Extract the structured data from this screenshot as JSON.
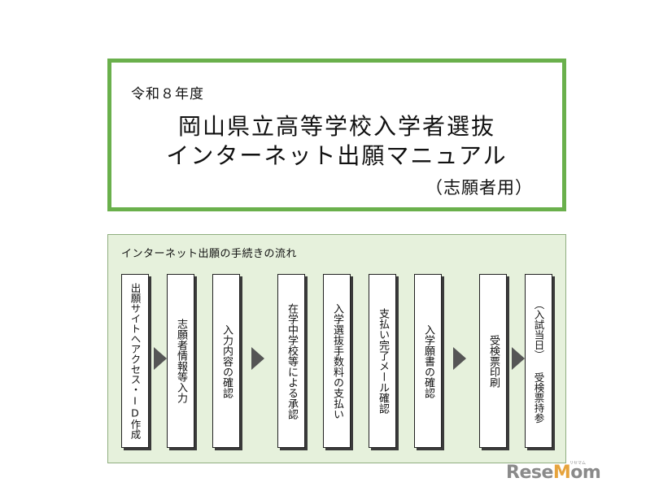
{
  "title_box": {
    "year": "令和８年度",
    "title_line1": "岡山県立高等学校入学者選抜",
    "title_line2": "インターネット出願マニュアル",
    "audience": "（志願者用）"
  },
  "flow": {
    "heading": "インターネット出願の手続きの流れ",
    "steps": [
      {
        "label": "出願サイトへアクセス・ID作成"
      },
      {
        "label": "志願者情報等入力"
      },
      {
        "label": "入力内容の確認"
      },
      {
        "label": "在学中学校等による承認"
      },
      {
        "label": "入学選抜手数料の支払い"
      },
      {
        "label": "支払い完了メール確認"
      },
      {
        "label": "入学願書の確認"
      },
      {
        "label": "受検票印刷"
      },
      {
        "label": "（入試当日） 受検票持参"
      }
    ]
  },
  "logo": {
    "text_before": "Rese",
    "text_accent": "M",
    "text_after": "om",
    "sub": "リセマム"
  },
  "colors": {
    "title_border": "#6ab04c",
    "panel_background": "#e6f1dc",
    "arrow": "#555555",
    "logo_accent": "#e6a33c"
  }
}
